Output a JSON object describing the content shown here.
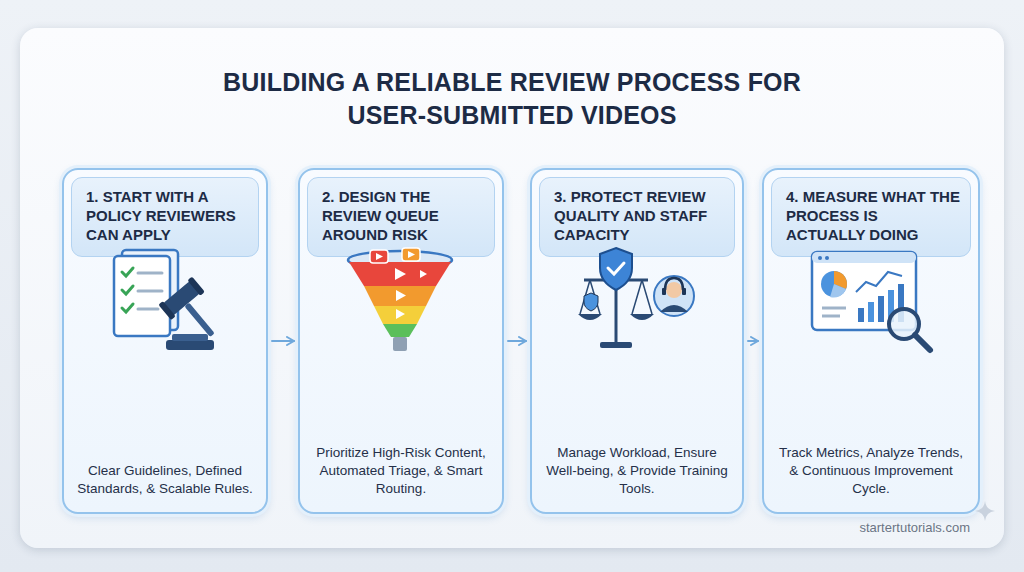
{
  "diagram": {
    "title": "BUILDING A RELIABLE REVIEW PROCESS FOR USER-SUBMITTED VIDEOS",
    "nodes": [
      {
        "text": [
          "1. START WITH A POLICY REVIEWERS CAN APPLY",
          "Clear Guidelines, Defined Standards, & Scalable Rules."
        ]
      },
      {
        "text": [
          "2. DESIGN THE REVIEW QUEUE AROUND RISK",
          "Prioritize High-Risk Content, Automated Triage, & Smart Routing."
        ]
      },
      {
        "text": [
          "3. PROTECT REVIEW QUALITY AND STAFF CAPACITY",
          "Manage Workload, Ensure Well-being, & Provide Training Tools."
        ]
      },
      {
        "text": [
          "4. MEASURE WHAT THE PROCESS IS ACTUALLY DOING",
          "Track Metrics, Analyze Trends, & Continuous Improvement Cycle."
        ]
      }
    ],
    "edges": [
      {
        "from": 0,
        "to": 1,
        "arrow": "to"
      },
      {
        "from": 1,
        "to": 2,
        "arrow": "to"
      },
      {
        "from": 2,
        "to": 3,
        "arrow": "to"
      }
    ],
    "labels": [
      "startertutorials.com"
    ]
  }
}
